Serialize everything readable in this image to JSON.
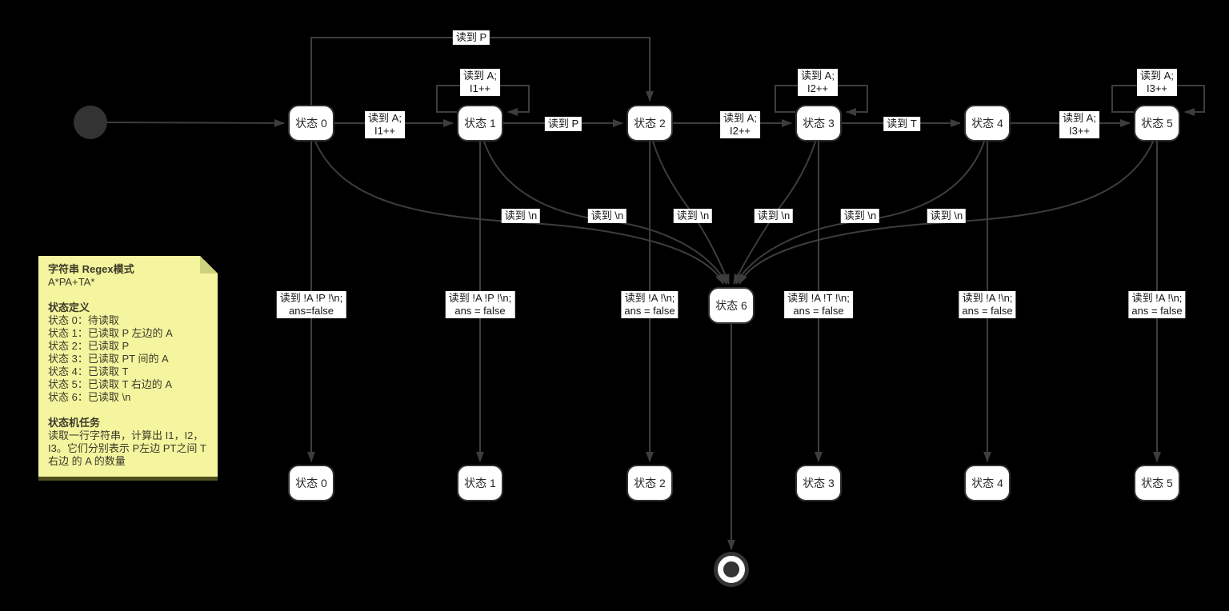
{
  "diagram": {
    "nodes": [
      {
        "id": "start",
        "type": "start-dot",
        "label": ""
      },
      {
        "id": "s0",
        "type": "state",
        "label": "状态 0"
      },
      {
        "id": "s1",
        "type": "state",
        "label": "状态 1"
      },
      {
        "id": "s2",
        "type": "state",
        "label": "状态 2"
      },
      {
        "id": "s3",
        "type": "state",
        "label": "状态 3"
      },
      {
        "id": "s4",
        "type": "state",
        "label": "状态 4"
      },
      {
        "id": "s5",
        "type": "state",
        "label": "状态 5"
      },
      {
        "id": "s6",
        "type": "state",
        "label": "状态 6"
      },
      {
        "id": "f0",
        "type": "state",
        "label": "状态 0"
      },
      {
        "id": "f1",
        "type": "state",
        "label": "状态 1"
      },
      {
        "id": "f2",
        "type": "state",
        "label": "状态 2"
      },
      {
        "id": "f3",
        "type": "state",
        "label": "状态 3"
      },
      {
        "id": "f4",
        "type": "state",
        "label": "状态 4"
      },
      {
        "id": "f5",
        "type": "state",
        "label": "状态 5"
      },
      {
        "id": "end",
        "type": "end-dot",
        "label": ""
      }
    ],
    "edges": [
      {
        "id": "start-s0",
        "from": "start",
        "to": "s0",
        "lines": []
      },
      {
        "id": "s0-s1",
        "from": "s0",
        "to": "s1",
        "lines": [
          "读到 A;",
          "I1++"
        ]
      },
      {
        "id": "s1-loop",
        "from": "s1",
        "to": "s1",
        "lines": [
          "读到 A;",
          "I1++"
        ]
      },
      {
        "id": "s0-s2",
        "from": "s0",
        "to": "s2",
        "lines": [
          "读到 P"
        ]
      },
      {
        "id": "s1-s2",
        "from": "s1",
        "to": "s2",
        "lines": [
          "读到 P"
        ]
      },
      {
        "id": "s2-s3",
        "from": "s2",
        "to": "s3",
        "lines": [
          "读到 A;",
          "I2++"
        ]
      },
      {
        "id": "s3-loop",
        "from": "s3",
        "to": "s3",
        "lines": [
          "读到 A;",
          "I2++"
        ]
      },
      {
        "id": "s3-s4",
        "from": "s3",
        "to": "s4",
        "lines": [
          "读到 T"
        ]
      },
      {
        "id": "s4-s5",
        "from": "s4",
        "to": "s5",
        "lines": [
          "读到 A;",
          "I3++"
        ]
      },
      {
        "id": "s5-loop",
        "from": "s5",
        "to": "s5",
        "lines": [
          "读到 A;",
          "I3++"
        ]
      },
      {
        "id": "s0-s6",
        "from": "s0",
        "to": "s6",
        "lines": [
          "读到 \\n"
        ]
      },
      {
        "id": "s1-s6",
        "from": "s1",
        "to": "s6",
        "lines": [
          "读到 \\n"
        ]
      },
      {
        "id": "s2-s6",
        "from": "s2",
        "to": "s6",
        "lines": [
          "读到 \\n"
        ]
      },
      {
        "id": "s3-s6",
        "from": "s3",
        "to": "s6",
        "lines": [
          "读到 \\n"
        ]
      },
      {
        "id": "s4-s6",
        "from": "s4",
        "to": "s6",
        "lines": [
          "读到 \\n"
        ]
      },
      {
        "id": "s5-s6",
        "from": "s5",
        "to": "s6",
        "lines": [
          "读到 \\n"
        ]
      },
      {
        "id": "s0-f0",
        "from": "s0",
        "to": "f0",
        "lines": [
          "读到 !A !P !\\n;",
          "ans=false"
        ]
      },
      {
        "id": "s1-f1",
        "from": "s1",
        "to": "f1",
        "lines": [
          "读到 !A !P !\\n;",
          "ans = false"
        ]
      },
      {
        "id": "s2-f2",
        "from": "s2",
        "to": "f2",
        "lines": [
          "读到 !A !\\n;",
          "ans = false"
        ]
      },
      {
        "id": "s3-f3",
        "from": "s3",
        "to": "f3",
        "lines": [
          "读到 !A !T !\\n;",
          "ans = false"
        ]
      },
      {
        "id": "s4-f4",
        "from": "s4",
        "to": "f4",
        "lines": [
          "读到 !A !\\n;",
          "ans = false"
        ]
      },
      {
        "id": "s5-f5",
        "from": "s5",
        "to": "f5",
        "lines": [
          "读到 !A !\\n;",
          "ans = false"
        ]
      },
      {
        "id": "s6-end",
        "from": "s6",
        "to": "end",
        "lines": []
      }
    ]
  },
  "note": {
    "sections": [
      {
        "heading": "字符串 Regex模式",
        "lines": [
          "A*PA+TA*"
        ]
      },
      {
        "heading": "状态定义",
        "lines": [
          "状态 0：待读取",
          "状态 1：已读取 P 左边的 A",
          "状态 2：已读取 P",
          "状态 3：已读取 PT 间的 A",
          "状态 4：已读取 T",
          "状态 5：已读取 T 右边的 A",
          "状态 6：已读取 \\n"
        ]
      },
      {
        "heading": "状态机任务",
        "lines": [
          "读取一行字符串，计算出 I1，I2，",
          "I3。它们分别表示 P左边 PT之间 T",
          "右边 的 A 的数量"
        ]
      }
    ]
  },
  "colors": {
    "background": "#000000",
    "edge": "#3d3d3d",
    "node_fill": "#ffffff",
    "node_border": "#303030",
    "label_bg": "#ffffff",
    "note_bg": "#f5f5a0",
    "note_fold": "#cdd07d",
    "note_edge": "#51501f"
  }
}
